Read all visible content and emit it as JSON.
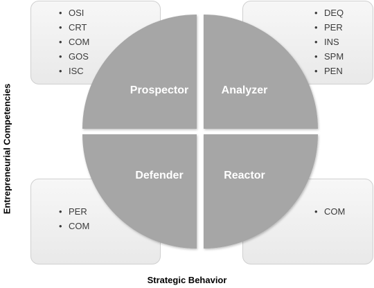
{
  "quadrants": {
    "top_left": {
      "label": "Prospector",
      "items": [
        "OSI",
        "CRT",
        "COM",
        "GOS",
        "ISC"
      ]
    },
    "top_right": {
      "label": "Analyzer",
      "items": [
        "DEQ",
        "PER",
        "INS",
        "SPM",
        "PEN"
      ]
    },
    "bottom_left": {
      "label": "Defender",
      "items": [
        "PER",
        "COM"
      ]
    },
    "bottom_right": {
      "label": "Reactor",
      "items": [
        "COM"
      ]
    }
  },
  "axes": {
    "y_label": "Entrepreneurial Competencies",
    "x_label": "Strategic Behavior"
  },
  "colors": {
    "quadrant_fill": "#a6a6a6",
    "box_fill": "#efefef",
    "label_text": "#ffffff"
  }
}
